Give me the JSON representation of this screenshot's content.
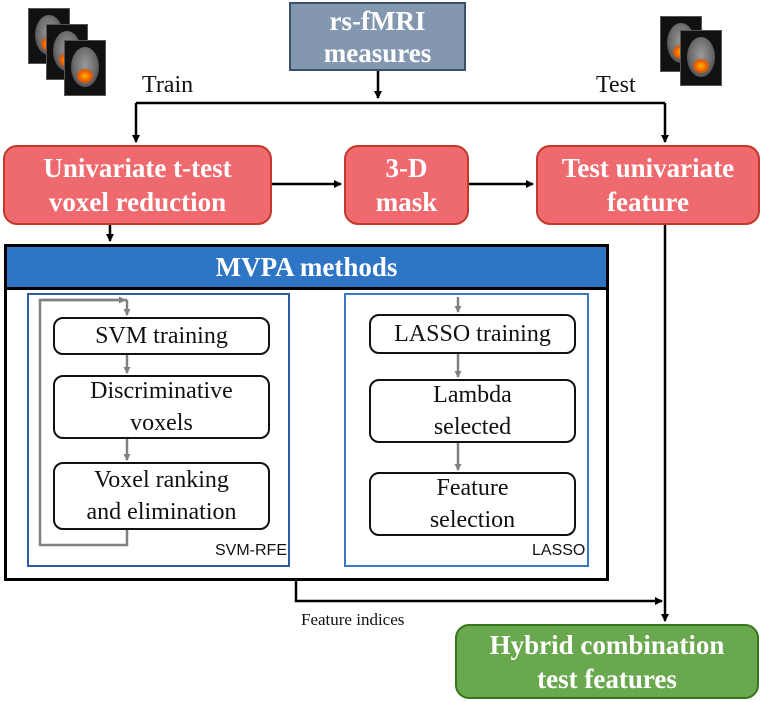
{
  "top": {
    "title": "rs-fMRI\nmeasures"
  },
  "branches": {
    "train": "Train",
    "test": "Test"
  },
  "row": {
    "univariate": "Univariate t-test\nvoxel reduction",
    "mask": "3-D\nmask",
    "test_feature": "Test univariate\nfeature"
  },
  "mvpa": {
    "title": "MVPA methods",
    "svm_panel": {
      "label": "SVM-RFE",
      "steps": [
        "SVM training",
        "Discriminative\nvoxels",
        "Voxel ranking\nand elimination"
      ]
    },
    "lasso_panel": {
      "label": "LASSO",
      "steps": [
        "LASSO training",
        "Lambda\nselected",
        "Feature\nselection"
      ]
    }
  },
  "feature_indices": "Feature indices",
  "output": {
    "title": "Hybrid combination\ntest features"
  },
  "colors": {
    "top_box": "#8497b0",
    "red_box": "#ef6a6f",
    "green_box": "#6aa84f",
    "mvpa_header": "#2e75c6"
  },
  "icons": {
    "train_images": "brain-scan-stack-icon",
    "test_images": "brain-scan-stack-icon"
  }
}
